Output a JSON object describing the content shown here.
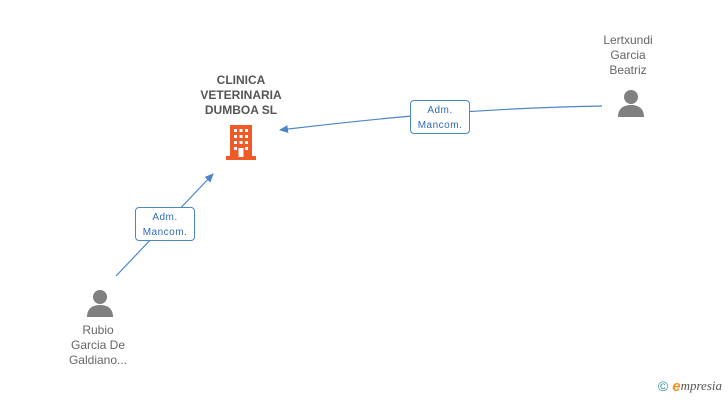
{
  "company": {
    "name_lines": [
      "CLINICA",
      "VETERINARIA",
      "DUMBOA SL"
    ],
    "icon": "building-icon",
    "color": "#f05a28"
  },
  "persons": [
    {
      "id": "lertxundi",
      "name_lines": [
        "Lertxundi",
        "Garcia",
        "Beatriz"
      ],
      "icon": "person-icon"
    },
    {
      "id": "rubio",
      "name_lines": [
        "Rubio",
        "Garcia De",
        "Galdiano..."
      ],
      "icon": "person-icon"
    }
  ],
  "relations": [
    {
      "from": "lertxundi",
      "to": "company",
      "label_lines": [
        "Adm.",
        "Mancom."
      ]
    },
    {
      "from": "rubio",
      "to": "company",
      "label_lines": [
        "Adm.",
        "Mancom."
      ]
    }
  ],
  "colors": {
    "edge": "#4a86c8",
    "person": "#808080",
    "watermark_e": "#f0931e",
    "watermark_copy": "#2f8f9a"
  },
  "watermark": {
    "symbol": "©",
    "e": "e",
    "text": "mpresia"
  }
}
